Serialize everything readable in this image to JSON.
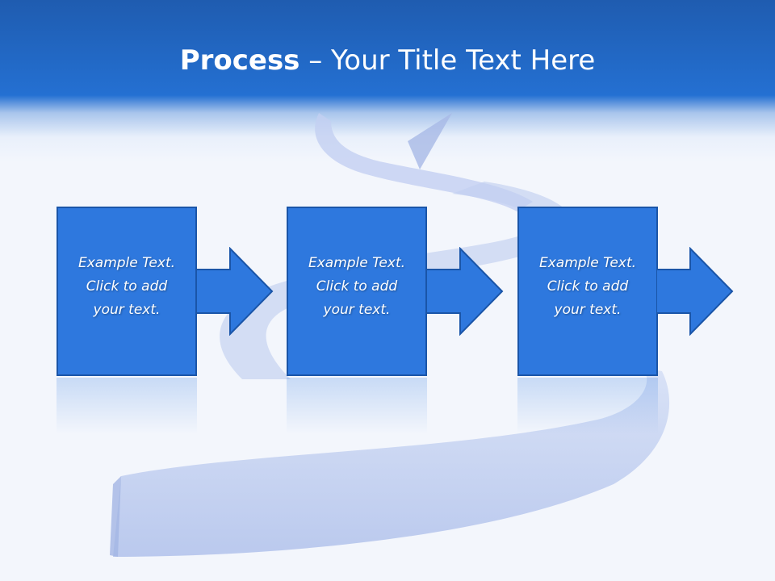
{
  "slide": {
    "title_bold": "Process",
    "title_rest": " – Your Title Text Here"
  },
  "steps": [
    {
      "line1": "Example Text.",
      "line2": "Click  to add",
      "line3": "your text."
    },
    {
      "line1": "Example Text.",
      "line2": "Click  to add",
      "line3": "your text."
    },
    {
      "line1": "Example Text.",
      "line2": "Click  to add",
      "line3": "your text."
    }
  ],
  "colors": {
    "header": "#2470d2",
    "box": "#2e78de",
    "box_border": "#1a55a8",
    "spiral": "#b9c8ee"
  }
}
